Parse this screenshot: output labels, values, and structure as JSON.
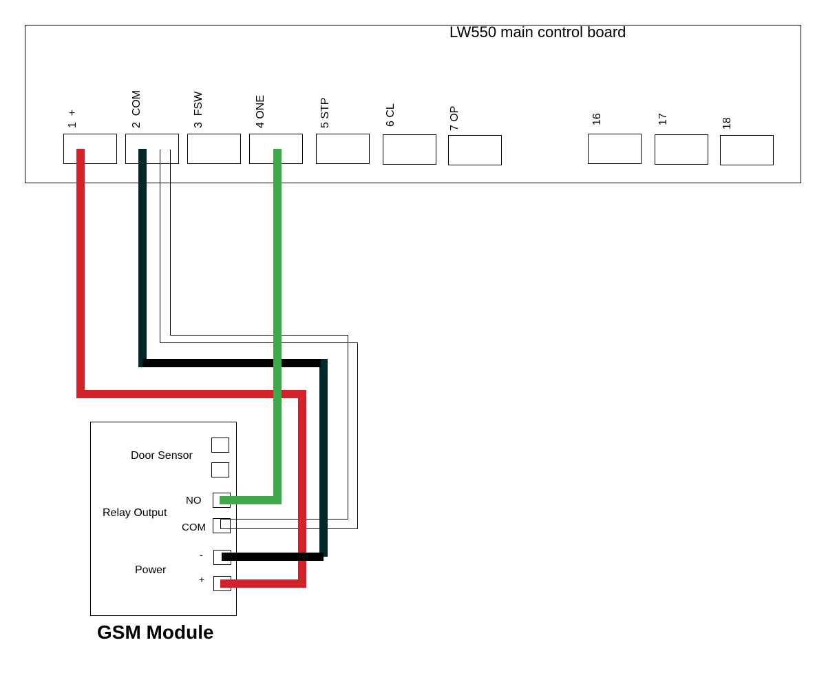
{
  "board": {
    "title": "LW550 main control board",
    "terminals": [
      {
        "id": "t1",
        "label": "1  +"
      },
      {
        "id": "t2",
        "label": "2  COM"
      },
      {
        "id": "t3",
        "label": "3  FSW"
      },
      {
        "id": "t4",
        "label": "4 ONE"
      },
      {
        "id": "t5",
        "label": "5 STP"
      },
      {
        "id": "t6",
        "label": "6 CL"
      },
      {
        "id": "t7",
        "label": "7 OP"
      },
      {
        "id": "t16",
        "label": "16"
      },
      {
        "id": "t17",
        "label": "17"
      },
      {
        "id": "t18",
        "label": "18"
      }
    ]
  },
  "module": {
    "title": "GSM Module",
    "door_sensor_label": "Door Sensor",
    "relay_output_label": "Relay Output",
    "relay_no_label": "NO",
    "relay_com_label": "COM",
    "power_label": "Power",
    "power_minus_label": "-",
    "power_plus_label": "+"
  },
  "wires": [
    {
      "from": "1  +",
      "to": "+",
      "color": "#d2232a"
    },
    {
      "from": "2  COM",
      "to": "-",
      "color": "#03282a"
    },
    {
      "from": "2  COM",
      "to": "COM",
      "color": "#ffffff"
    },
    {
      "from": "4 ONE",
      "to": "NO",
      "color": "#3fa94a"
    }
  ]
}
